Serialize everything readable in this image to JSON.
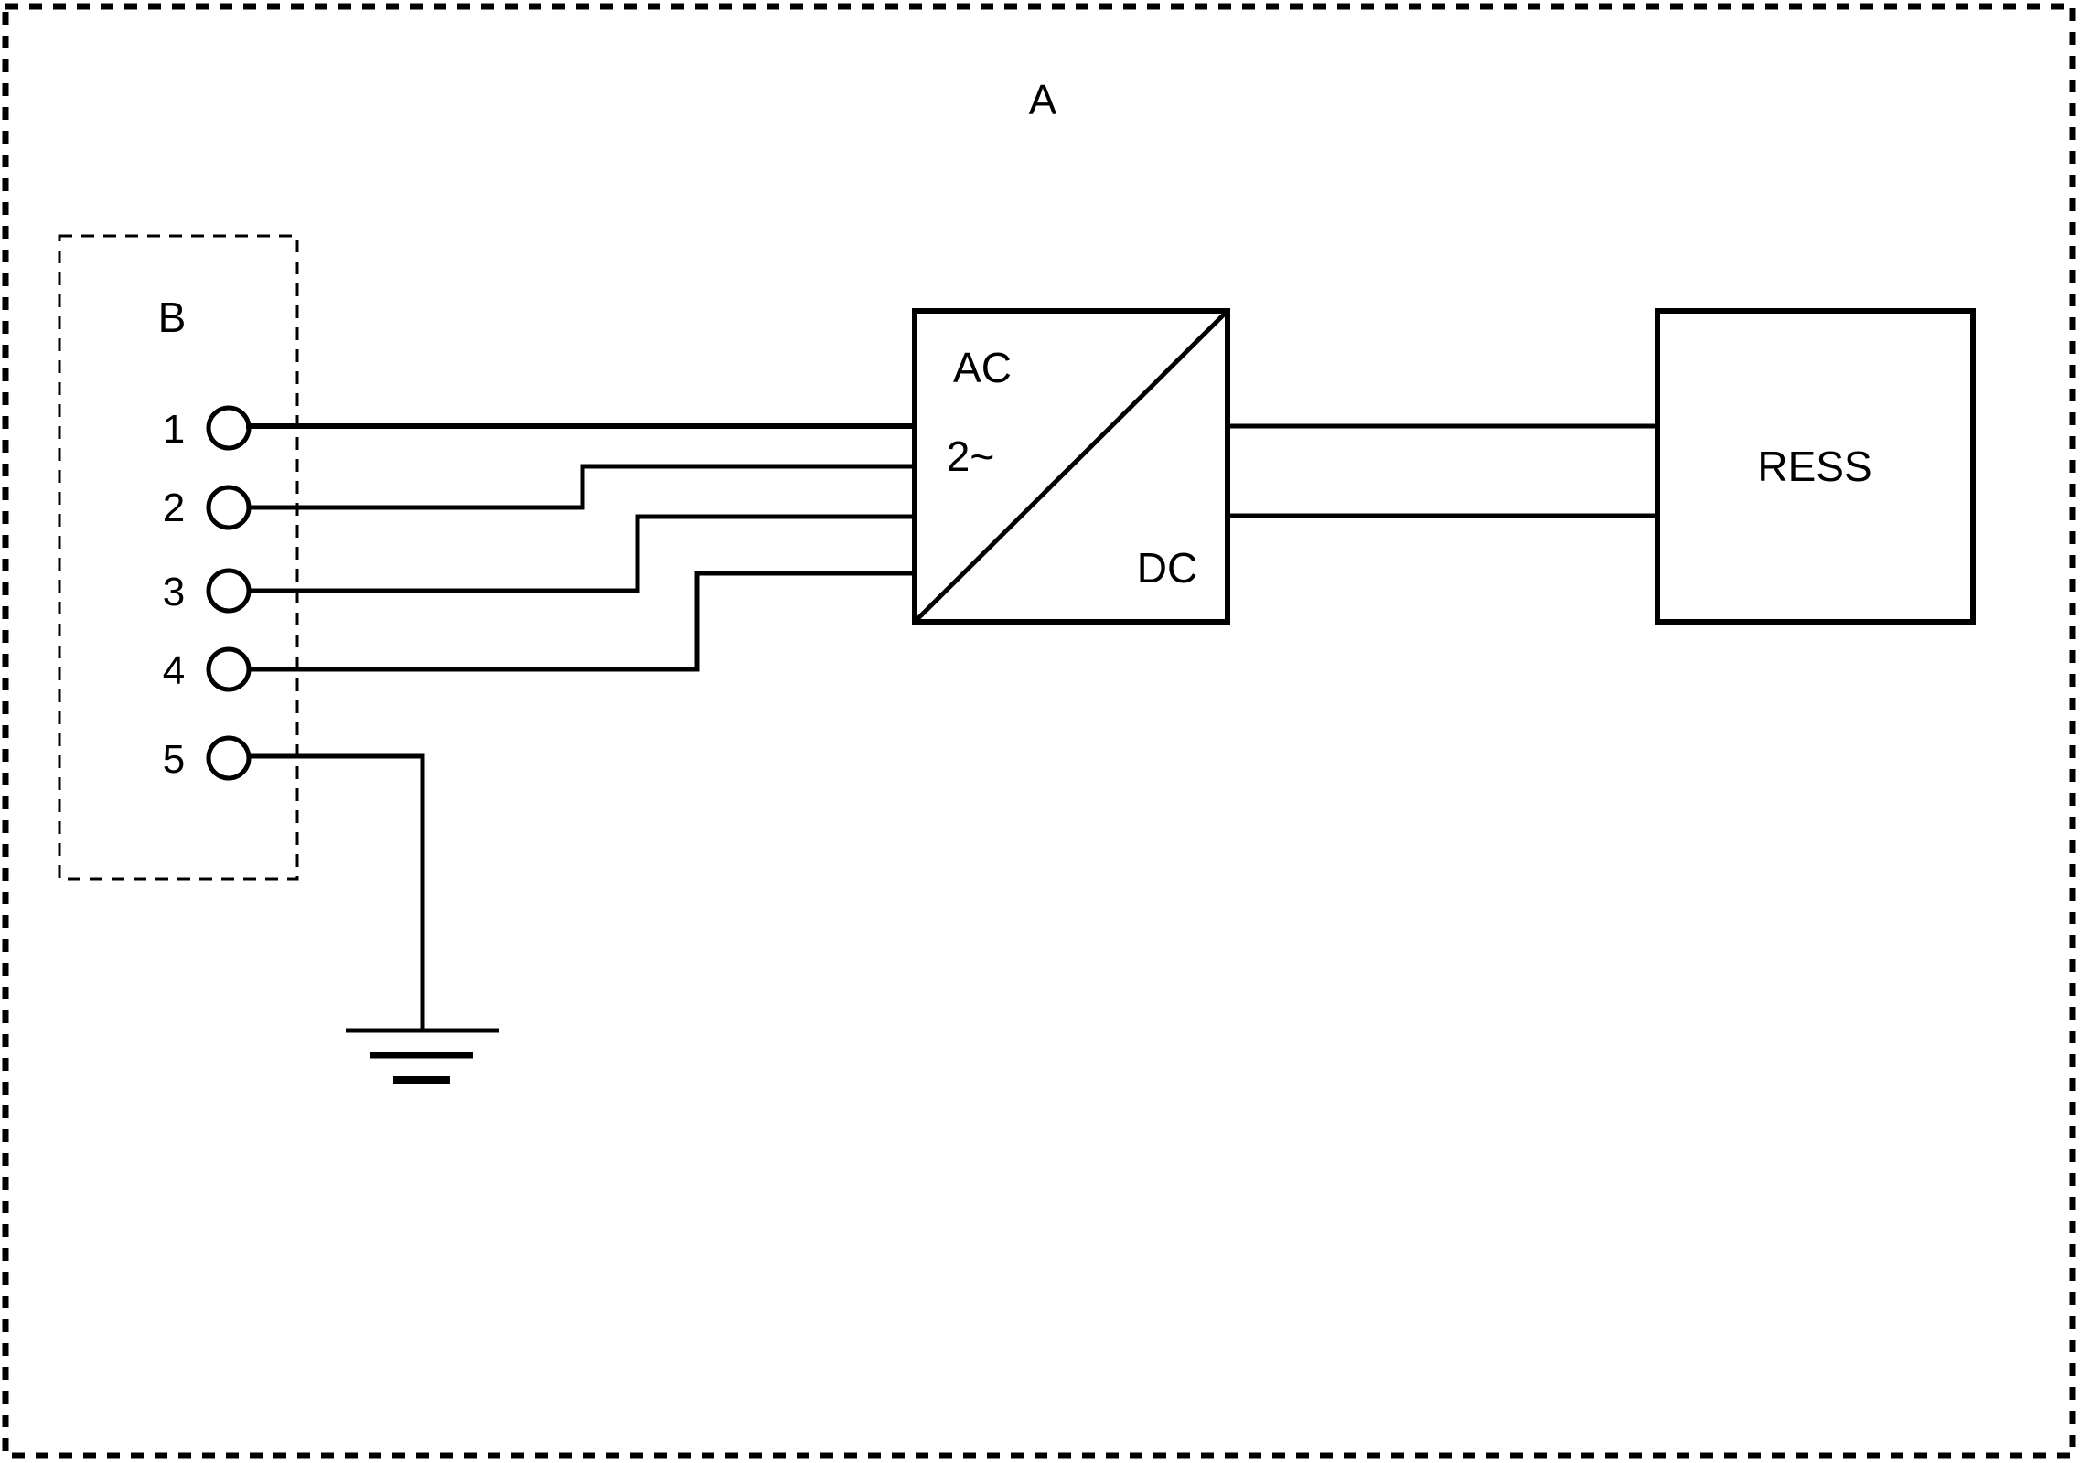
{
  "labels": {
    "outer": "A",
    "inlet": "B",
    "converter_ac": "AC",
    "converter_phase": "2~",
    "converter_dc": "DC",
    "storage": "RESS"
  },
  "terminals": [
    {
      "id": "1",
      "label": "1"
    },
    {
      "id": "2",
      "label": "2"
    },
    {
      "id": "3",
      "label": "3"
    },
    {
      "id": "4",
      "label": "4"
    },
    {
      "id": "5",
      "label": "5"
    }
  ],
  "colors": {
    "line": "#000000",
    "background": "#ffffff"
  }
}
